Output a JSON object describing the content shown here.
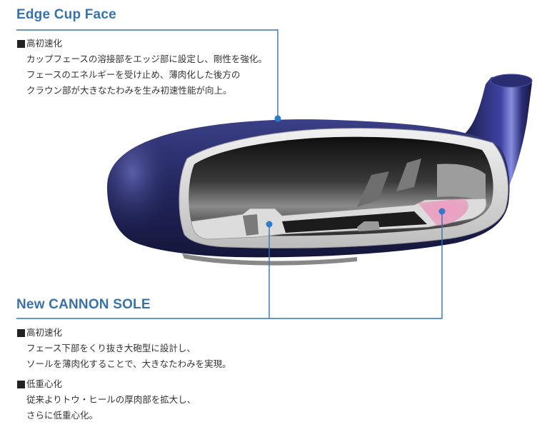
{
  "accent_color": "#3a72a8",
  "highlight_color": "#e58fb5",
  "sections": [
    {
      "heading": "Edge Cup Face",
      "items": [
        {
          "title": "高初速化",
          "lines": [
            "カップフェースの溶接部をエッジ部に設定し、剛性を強化。",
            "フェースのエネルギーを受け止め、薄肉化した後方の",
            "クラウン部が大きなたわみを生み初速性能が向上。"
          ]
        }
      ]
    },
    {
      "heading": "New CANNON SOLE",
      "items": [
        {
          "title": "高初速化",
          "lines": [
            "フェース下部をくり抜き大砲型に設計し、",
            "ソールを薄肉化することで、大きなたわみを実現。"
          ]
        },
        {
          "title": "低重心化",
          "lines": [
            "従来よりトウ・ヒールの厚肉部を拡大し、",
            "さらに低重心化。"
          ]
        }
      ]
    }
  ],
  "illustration": {
    "subject": "golf-club-head-cross-section",
    "callouts": [
      {
        "target": "edge-cup-face",
        "label_ref": "sections.0.heading"
      },
      {
        "target": "cannon-sole-center",
        "label_ref": "sections.1.heading"
      },
      {
        "target": "cannon-sole-heel-weight",
        "label_ref": "sections.1.heading"
      }
    ]
  }
}
